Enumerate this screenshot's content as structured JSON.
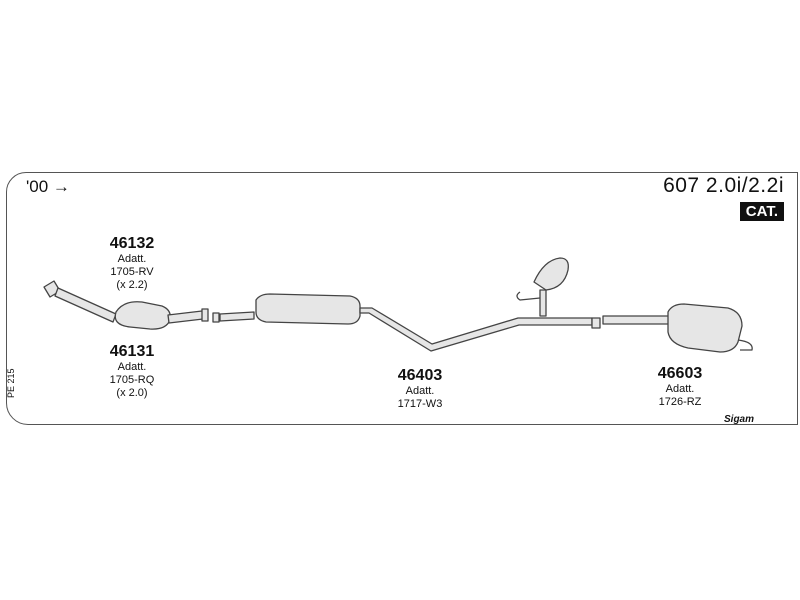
{
  "header": {
    "year_label": "'00",
    "arrow": "→",
    "model": "607 2.0i/2.2i",
    "badge": "CAT."
  },
  "parts": {
    "p46132": {
      "number": "46132",
      "line1": "Adatt.",
      "line2": "1705-RV",
      "line3": "(x 2.2)"
    },
    "p46131": {
      "number": "46131",
      "line1": "Adatt.",
      "line2": "1705-RQ",
      "line3": "(x 2.0)"
    },
    "p46403": {
      "number": "46403",
      "line1": "Adatt.",
      "line2": "1717-W3"
    },
    "p46603": {
      "number": "46603",
      "line1": "Adatt.",
      "line2": "1726-RZ"
    }
  },
  "side_code": "PE 215",
  "brand": "Sigam",
  "colors": {
    "stroke": "#444444",
    "fill": "#e6e6e6"
  }
}
